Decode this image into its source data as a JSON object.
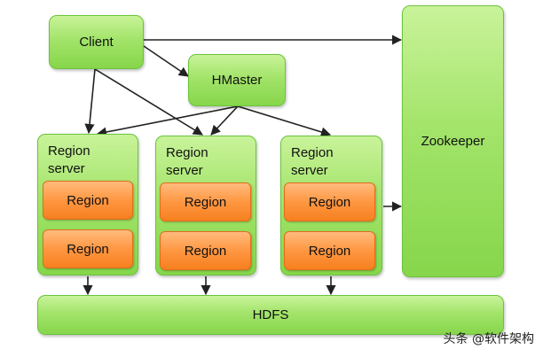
{
  "nodes": {
    "client": "Client",
    "hmaster": "HMaster",
    "zookeeper": "Zookeeper",
    "hdfs": "HDFS"
  },
  "region_servers": [
    {
      "label_line1": "Region",
      "label_line2": "server",
      "regions": [
        "Region",
        "Region"
      ]
    },
    {
      "label_line1": "Region",
      "label_line2": "server",
      "regions": [
        "Region",
        "Region"
      ]
    },
    {
      "label_line1": "Region",
      "label_line2": "server",
      "regions": [
        "Region",
        "Region"
      ]
    }
  ],
  "watermark": "头条 @软件架构",
  "colors": {
    "node_green": "#a3e46a",
    "node_border": "#6cc33c",
    "region_orange": "#ff9742",
    "arrow": "#222222"
  }
}
